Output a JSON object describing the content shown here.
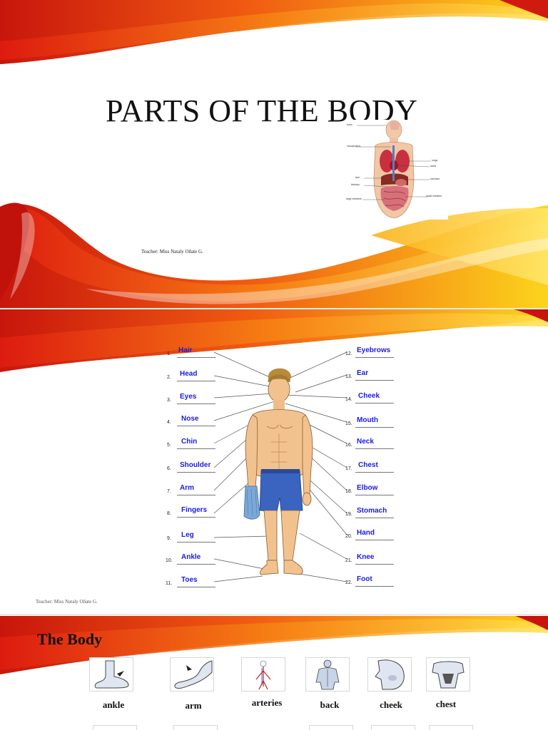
{
  "slide1": {
    "title": "PARTS OF THE BODY",
    "teacher": "Teacher: Miss Nataly Oñate G.",
    "diagram_labels": [
      "brain",
      "oesophagus",
      "lungs",
      "heart",
      "liver",
      "stomach",
      "kidneys",
      "small intestine",
      "large intestine"
    ]
  },
  "slide2": {
    "teacher": "Teacher: Miss Nataly Oñate G.",
    "left_items": [
      {
        "num": "1.",
        "word": "Hair"
      },
      {
        "num": "2.",
        "word": "Head"
      },
      {
        "num": "3.",
        "word": "Eyes"
      },
      {
        "num": "4.",
        "word": "Nose"
      },
      {
        "num": "5.",
        "word": "Chin"
      },
      {
        "num": "6.",
        "word": "Shoulder"
      },
      {
        "num": "7.",
        "word": "Arm"
      },
      {
        "num": "8.",
        "word": "Fingers"
      },
      {
        "num": "9.",
        "word": "Leg"
      },
      {
        "num": "10.",
        "word": "Ankle"
      },
      {
        "num": "11.",
        "word": "Toes"
      }
    ],
    "right_items": [
      {
        "num": "12.",
        "word": "Eyebrows"
      },
      {
        "num": "13.",
        "word": "Ear"
      },
      {
        "num": "14.",
        "word": "Cheek"
      },
      {
        "num": "15.",
        "word": "Mouth"
      },
      {
        "num": "16.",
        "word": "Neck"
      },
      {
        "num": "17.",
        "word": "Chest"
      },
      {
        "num": "18.",
        "word": "Elbow"
      },
      {
        "num": "19.",
        "word": "Stomach"
      },
      {
        "num": "20.",
        "word": "Hand"
      },
      {
        "num": "21.",
        "word": "Knee"
      },
      {
        "num": "22.",
        "word": "Foot"
      }
    ]
  },
  "slide3": {
    "title": "The Body",
    "cards": [
      {
        "label": "ankle",
        "icon": "ankle-icon"
      },
      {
        "label": "arm",
        "icon": "arm-icon"
      },
      {
        "label": "arteries",
        "icon": "arteries-icon"
      },
      {
        "label": "back",
        "icon": "back-icon"
      },
      {
        "label": "cheek",
        "icon": "cheek-icon"
      },
      {
        "label": "chest",
        "icon": "chest-icon"
      }
    ]
  },
  "colors": {
    "swoosh_red": "#d81a10",
    "swoosh_orange": "#f47a10",
    "swoosh_yellow": "#fcd21a",
    "label_blue": "#1a1ae6"
  }
}
